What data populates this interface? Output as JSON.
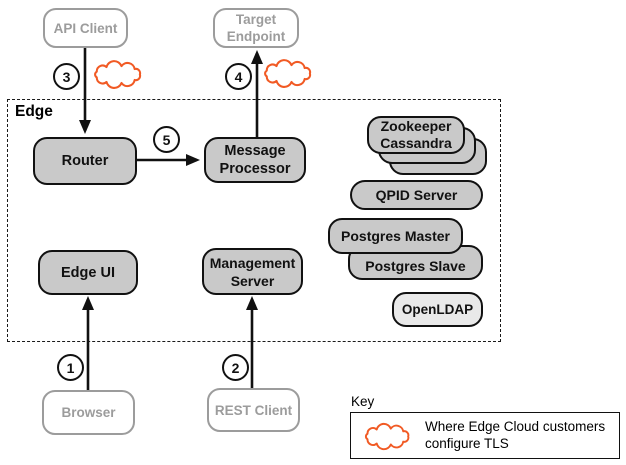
{
  "external": {
    "api_client": "API Client",
    "target_endpoint": "Target\nEndpoint",
    "browser": "Browser",
    "rest_client": "REST Client"
  },
  "edge": {
    "label": "Edge",
    "router": "Router",
    "message_processor": "Message\nProcessor",
    "edge_ui": "Edge UI",
    "management_server": "Management\nServer",
    "zookeeper_cassandra": "Zookeeper\nCassandra",
    "qpid_server": "QPID Server",
    "postgres_master": "Postgres Master",
    "postgres_slave": "Postgres Slave",
    "openldap": "OpenLDAP"
  },
  "steps": {
    "s1": "1",
    "s2": "2",
    "s3": "3",
    "s4": "4",
    "s5": "5"
  },
  "key": {
    "title": "Key",
    "icon": "tls-cloud-icon",
    "text": "Where Edge Cloud customers\nconfigure TLS"
  },
  "colors": {
    "cloud_stroke": "#f15a24",
    "node_fill": "#c9c9c9",
    "light_node_fill": "#e9e9e9",
    "external_border": "#9c9c9c",
    "line": "#111111"
  }
}
